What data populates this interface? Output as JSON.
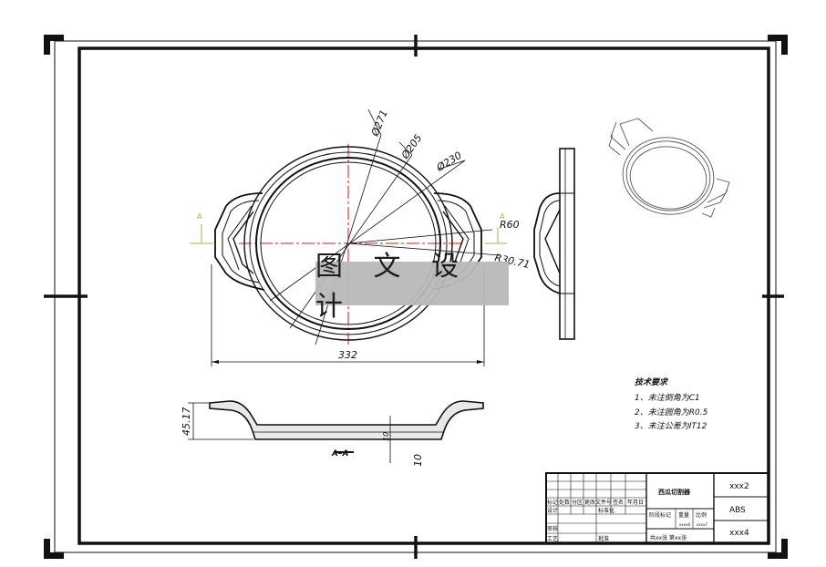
{
  "watermark": {
    "text": "图 文 设 计"
  },
  "dims": {
    "d271": "Ø271",
    "d205": "Ø205",
    "d230": "Ø230",
    "r60": "R60",
    "r3071": "R30.71",
    "w332": "332",
    "h4517": "45.17",
    "t10a": "10",
    "t10b": "10",
    "section_mark_left": "A",
    "section_mark_right": "A",
    "section_view": "A–A"
  },
  "notes": {
    "title": "技术要求",
    "items": [
      "1、未注倒角为C1",
      "2、未注圆角为R0.5",
      "3、未注公差为IT12"
    ]
  },
  "title_block": {
    "part_name": "西瓜切割器",
    "drawing_no": "xxx2",
    "material": "ABS",
    "company": "xxx4",
    "labels": {
      "mark": "标记",
      "count": "处数",
      "zone": "分区",
      "change_doc": "更改文件号",
      "sign": "签名",
      "date": "年月日",
      "design": "设计",
      "standard": "标准化",
      "stage": "阶段标记",
      "weight": "重量",
      "scale": "比例",
      "review": "审核",
      "process": "工艺",
      "approve": "批准",
      "weight_val": "xxxx6",
      "scale_val": "xxxx7",
      "sheet_info": "共xx张 第xx张"
    }
  },
  "colors": {
    "line": "#111111",
    "center": "#e0141e",
    "leader": "#b8a94a"
  }
}
